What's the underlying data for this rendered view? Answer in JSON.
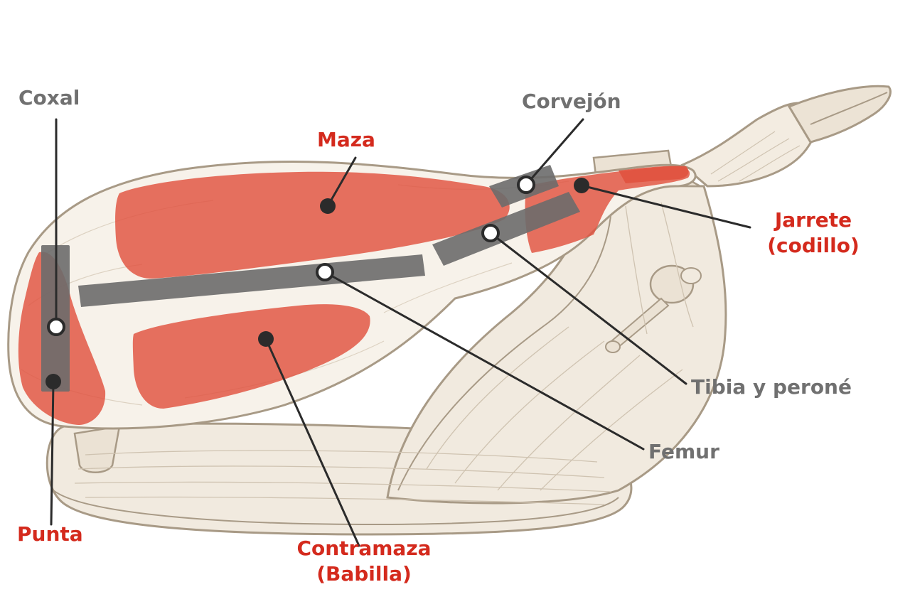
{
  "colors": {
    "muscle": "#e0523f",
    "bone": "#6b6b6b",
    "outline": "#a89a86",
    "ham_fill": "#f7f2ea",
    "wood_fill": "#f1eadf",
    "leader": "#2b2b2b",
    "label_red": "#d42a1d",
    "label_gray": "#707070"
  },
  "labels": {
    "coxal": "Coxal",
    "maza": "Maza",
    "corvejon": "Corvejón",
    "jarrete_line1": "Jarrete",
    "jarrete_line2": "(codillo)",
    "tibia": "Tibia y peroné",
    "femur": "Femur",
    "punta": "Punta",
    "contramaza_line1": "Contramaza",
    "contramaza_line2": "(Babilla)"
  }
}
